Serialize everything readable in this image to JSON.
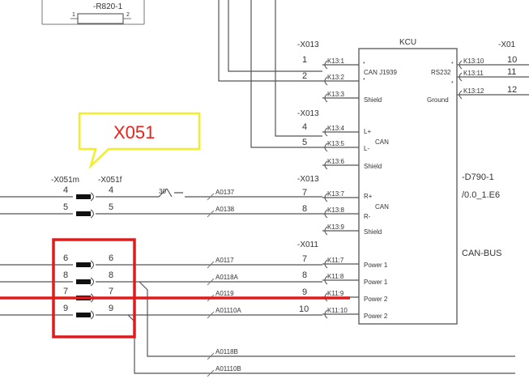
{
  "annotation": {
    "text": "X051"
  },
  "resistor": {
    "label": "-R820-1",
    "pin_left": "1",
    "pin_right": "2"
  },
  "kcu": {
    "title": "KCU",
    "can_j1939": "CAN J1939",
    "shield_1": "Shield",
    "l_plus": "L+",
    "l_minus": "L-",
    "can_1": "CAN",
    "shield_2": "Shield",
    "r_plus": "R+",
    "r_minus": "R-",
    "can_2": "CAN",
    "shield_3": "Shield",
    "power_1a": "Power 1",
    "power_1b": "Power 1",
    "power_2a": "Power 2",
    "power_2b": "Power 2",
    "rs232": "RS232",
    "ground": "Ground"
  },
  "d790": {
    "name": "-D790-1",
    "ref": "/0.0_1.E6",
    "bus": "CAN-BUS"
  },
  "connectors": {
    "x013_a": "-X013",
    "x013_b": "-X013",
    "x013_c": "-X013",
    "x011": "-X011",
    "x01_right": "-X01",
    "x051m": "-X051m",
    "x051f": "-X051f"
  },
  "left_pins": [
    {
      "pin": "1",
      "terminal": "K13:1"
    },
    {
      "pin": "2",
      "terminal": "K13:2"
    },
    {
      "pin": "",
      "terminal": "K13:3"
    },
    {
      "pin": "4",
      "terminal": "K13:4"
    },
    {
      "pin": "5",
      "terminal": "K13:5"
    },
    {
      "pin": "",
      "terminal": "K13:6"
    },
    {
      "pin": "7",
      "terminal": "K13:7"
    },
    {
      "pin": "8",
      "terminal": "K13:8"
    },
    {
      "pin": "",
      "terminal": "K13:9"
    },
    {
      "pin": "7",
      "terminal": "K11:7"
    },
    {
      "pin": "8",
      "terminal": "K11:8"
    },
    {
      "pin": "9",
      "terminal": "K11:9"
    },
    {
      "pin": "10",
      "terminal": "K11:10"
    }
  ],
  "right_pins": [
    {
      "pin": "10",
      "terminal": "K13:10"
    },
    {
      "pin": "11",
      "terminal": "K13:11"
    },
    {
      "pin": "12",
      "terminal": "K13:12"
    }
  ],
  "x051_pins": [
    {
      "m": "4",
      "f": "4"
    },
    {
      "m": "5",
      "f": "5"
    },
    {
      "m": "6",
      "f": "6"
    },
    {
      "m": "8",
      "f": "8"
    },
    {
      "m": "7",
      "f": "7"
    },
    {
      "m": "9",
      "f": "9"
    }
  ],
  "wires": {
    "w0137": "A0137",
    "w0138": "A0138",
    "w0117": "A0117",
    "w0118a": "A0118A",
    "w0119": "A0119",
    "w01110a": "A01110A",
    "w0118b": "A0118B",
    "w01110b": "A01110B",
    "cable_30": "30"
  }
}
